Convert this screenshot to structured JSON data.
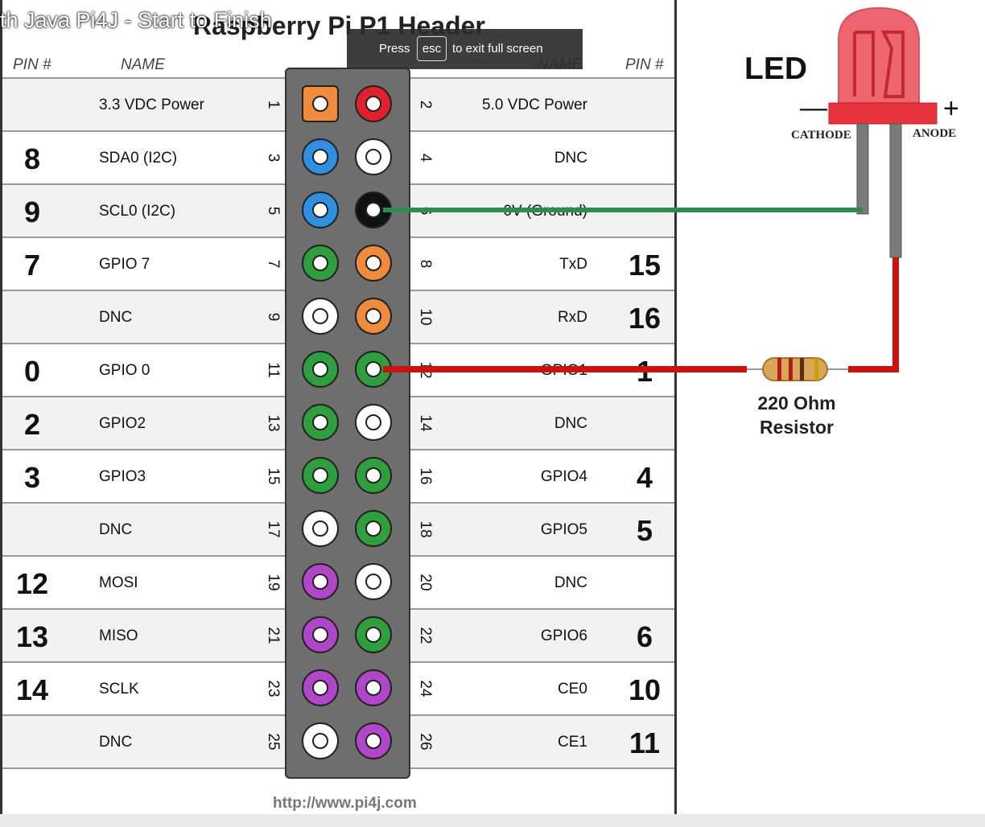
{
  "video": {
    "title": "th Java Pi4J - Start to Finish"
  },
  "diagram": {
    "title": "Raspberry Pi P1 Header",
    "headers": {
      "pin_left": "PIN #",
      "name_left": "NAME",
      "name_right": "NAME",
      "pin_right": "PIN #"
    },
    "rows": [
      {
        "wpi_l": "",
        "name_l": "3.3 VDC Power",
        "pin_l": "1",
        "pin_r": "2",
        "name_r": "5.0 VDC Power",
        "wpi_r": ""
      },
      {
        "wpi_l": "8",
        "name_l": "SDA0 (I2C)",
        "pin_l": "3",
        "pin_r": "4",
        "name_r": "DNC",
        "wpi_r": ""
      },
      {
        "wpi_l": "9",
        "name_l": "SCL0 (I2C)",
        "pin_l": "5",
        "pin_r": "6",
        "name_r": "0V (Ground)",
        "wpi_r": ""
      },
      {
        "wpi_l": "7",
        "name_l": "GPIO 7",
        "pin_l": "7",
        "pin_r": "8",
        "name_r": "TxD",
        "wpi_r": "15"
      },
      {
        "wpi_l": "",
        "name_l": "DNC",
        "pin_l": "9",
        "pin_r": "10",
        "name_r": "RxD",
        "wpi_r": "16"
      },
      {
        "wpi_l": "0",
        "name_l": "GPIO 0",
        "pin_l": "11",
        "pin_r": "12",
        "name_r": "GPIO1",
        "wpi_r": "1"
      },
      {
        "wpi_l": "2",
        "name_l": "GPIO2",
        "pin_l": "13",
        "pin_r": "14",
        "name_r": "DNC",
        "wpi_r": ""
      },
      {
        "wpi_l": "3",
        "name_l": "GPIO3",
        "pin_l": "15",
        "pin_r": "16",
        "name_r": "GPIO4",
        "wpi_r": "4"
      },
      {
        "wpi_l": "",
        "name_l": "DNC",
        "pin_l": "17",
        "pin_r": "18",
        "name_r": "GPIO5",
        "wpi_r": "5"
      },
      {
        "wpi_l": "12",
        "name_l": "MOSI",
        "pin_l": "19",
        "pin_r": "20",
        "name_r": "DNC",
        "wpi_r": ""
      },
      {
        "wpi_l": "13",
        "name_l": "MISO",
        "pin_l": "21",
        "pin_r": "22",
        "name_r": "GPIO6",
        "wpi_r": "6"
      },
      {
        "wpi_l": "14",
        "name_l": "SCLK",
        "pin_l": "23",
        "pin_r": "24",
        "name_r": "CE0",
        "wpi_r": "10"
      },
      {
        "wpi_l": "",
        "name_l": "DNC",
        "pin_l": "25",
        "pin_r": "26",
        "name_r": "CE1",
        "wpi_r": "11"
      }
    ],
    "pin_colors": {
      "left": [
        "#f08a3c",
        "#2f8fe0",
        "#2f8fe0",
        "#2e9e3e",
        "#ffffff",
        "#2e9e3e",
        "#2e9e3e",
        "#2e9e3e",
        "#ffffff",
        "#b146c9",
        "#b146c9",
        "#b146c9",
        "#ffffff"
      ],
      "right": [
        "#e0202a",
        "#ffffff",
        "#111111",
        "#f08a3c",
        "#f08a3c",
        "#2e9e3e",
        "#ffffff",
        "#2e9e3e",
        "#2e9e3e",
        "#ffffff",
        "#2e9e3e",
        "#b146c9",
        "#b146c9"
      ]
    },
    "footer_url": "http://www.pi4j.com"
  },
  "circuit": {
    "led_label": "LED",
    "cathode_label": "CATHODE",
    "anode_label": "ANODE",
    "cathode_sign": "—",
    "anode_sign": "+",
    "resistor_label_line1": "220 Ohm",
    "resistor_label_line2": "Resistor",
    "ground_wire_color": "#2e8b57",
    "signal_wire_color": "#cc1111",
    "led_color": "#e8333f"
  },
  "overlay": {
    "press": "Press",
    "key": "esc",
    "rest": "to exit full screen"
  }
}
